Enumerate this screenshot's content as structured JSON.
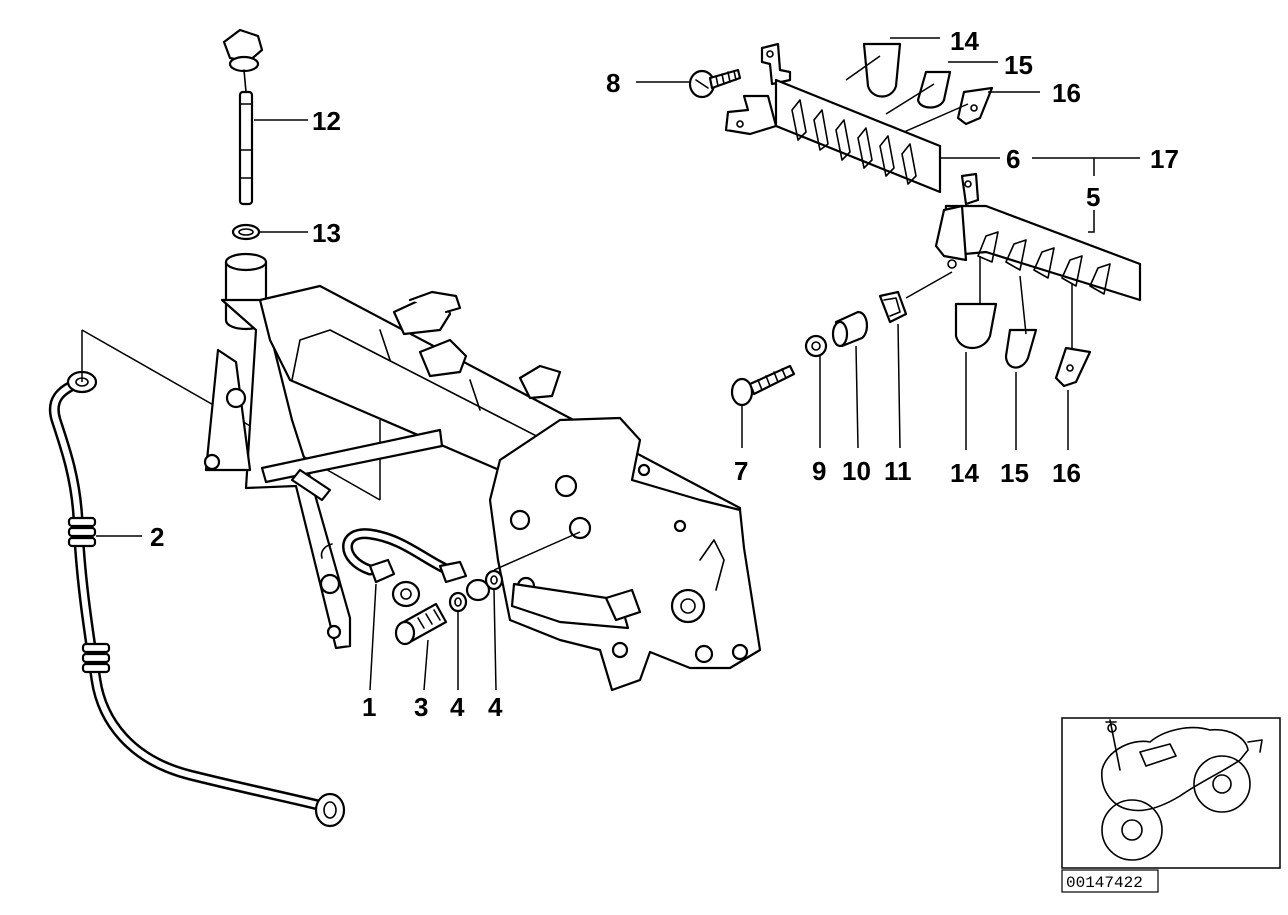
{
  "diagram": {
    "callouts": [
      {
        "id": "c12",
        "label": "12"
      },
      {
        "id": "c13",
        "label": "13"
      },
      {
        "id": "c2",
        "label": "2"
      },
      {
        "id": "c1",
        "label": "1"
      },
      {
        "id": "c3",
        "label": "3"
      },
      {
        "id": "c4a",
        "label": "4"
      },
      {
        "id": "c4b",
        "label": "4"
      },
      {
        "id": "c8",
        "label": "8"
      },
      {
        "id": "c14a",
        "label": "14"
      },
      {
        "id": "c15a",
        "label": "15"
      },
      {
        "id": "c16a",
        "label": "16"
      },
      {
        "id": "c6",
        "label": "6"
      },
      {
        "id": "c17",
        "label": "17"
      },
      {
        "id": "c5",
        "label": "5"
      },
      {
        "id": "c7",
        "label": "7"
      },
      {
        "id": "c9",
        "label": "9"
      },
      {
        "id": "c10",
        "label": "10"
      },
      {
        "id": "c11",
        "label": "11"
      },
      {
        "id": "c14b",
        "label": "14"
      },
      {
        "id": "c15b",
        "label": "15"
      },
      {
        "id": "c16b",
        "label": "16"
      }
    ],
    "reference_number": "00147422"
  }
}
